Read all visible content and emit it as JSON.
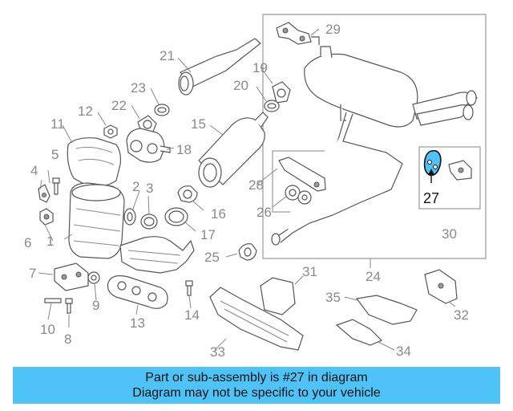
{
  "labels": {
    "p1": "1",
    "p2": "2",
    "p3": "3",
    "p4": "4",
    "p5": "5",
    "p6": "6",
    "p7": "7",
    "p8": "8",
    "p9": "9",
    "p10": "10",
    "p11": "11",
    "p12": "12",
    "p13": "13",
    "p14": "14",
    "p15": "15",
    "p16": "16",
    "p17": "17",
    "p18": "18",
    "p19": "19",
    "p20": "20",
    "p21": "21",
    "p22": "22",
    "p23": "23",
    "p24": "24",
    "p25": "25",
    "p26": "26",
    "p27": "27",
    "p28": "28",
    "p29": "29",
    "p30": "30",
    "p31": "31",
    "p32": "32",
    "p33": "33",
    "p34": "34",
    "p35": "35"
  },
  "highlight": {
    "part": "27",
    "color": "#4fc3f7"
  },
  "banner": {
    "line1": "Part or sub-assembly is #27 in diagram",
    "line2": "Diagram may not be specific to your vehicle",
    "color": "#4fc3f7"
  }
}
